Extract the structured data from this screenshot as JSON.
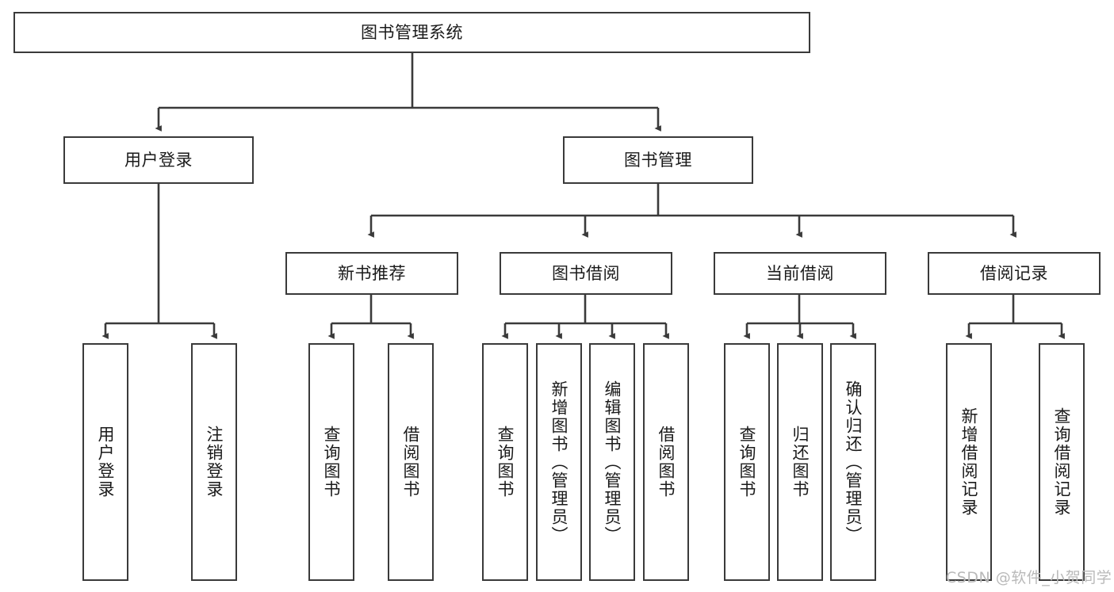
{
  "diagram": {
    "type": "tree-hierarchy",
    "title": "图书管理系统",
    "watermark": "CSDN @软件_小贺同学",
    "colors": {
      "box_border": "#3a3a3a",
      "box_fill": "#ffffff",
      "edge": "#3a3a3a",
      "text": "#1a1a1a",
      "watermark": "#b9b9b9",
      "background": "#ffffff"
    },
    "nodes": {
      "root": {
        "label": "图书管理系统"
      },
      "level2": [
        {
          "id": "user-login",
          "label": "用户登录"
        },
        {
          "id": "book-manage",
          "label": "图书管理"
        }
      ],
      "level3": [
        {
          "id": "new-book-recommend",
          "label": "新书推荐"
        },
        {
          "id": "book-borrow",
          "label": "图书借阅"
        },
        {
          "id": "current-borrow",
          "label": "当前借阅"
        },
        {
          "id": "borrow-record",
          "label": "借阅记录"
        }
      ],
      "level4": [
        {
          "id": "leaf-user-login",
          "label": "用户登录",
          "parent": "user-login"
        },
        {
          "id": "leaf-logout-login",
          "label": "注销登录",
          "parent": "user-login"
        },
        {
          "id": "leaf-query-book-1",
          "label": "查询图书",
          "parent": "new-book-recommend"
        },
        {
          "id": "leaf-borrow-book-1",
          "label": "借阅图书",
          "parent": "new-book-recommend"
        },
        {
          "id": "leaf-query-book-2",
          "label": "查询图书",
          "parent": "book-borrow"
        },
        {
          "id": "leaf-add-book",
          "label": "新增图书（管理员）",
          "parent": "book-borrow"
        },
        {
          "id": "leaf-edit-book",
          "label": "编辑图书（管理员）",
          "parent": "book-borrow"
        },
        {
          "id": "leaf-borrow-book-2",
          "label": "借阅图书",
          "parent": "book-borrow"
        },
        {
          "id": "leaf-query-book-3",
          "label": "查询图书",
          "parent": "current-borrow"
        },
        {
          "id": "leaf-return-book",
          "label": "归还图书",
          "parent": "current-borrow"
        },
        {
          "id": "leaf-confirm-return",
          "label": "确认归还（管理员）",
          "parent": "current-borrow"
        },
        {
          "id": "leaf-add-record",
          "label": "新增借阅记录",
          "parent": "borrow-record"
        },
        {
          "id": "leaf-query-record",
          "label": "查询借阅记录",
          "parent": "borrow-record"
        }
      ]
    }
  }
}
